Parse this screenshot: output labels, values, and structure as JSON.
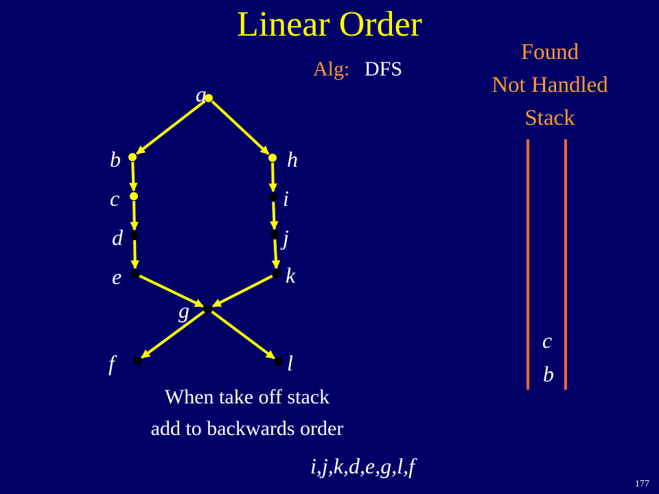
{
  "title": "Linear Order",
  "algorithm": {
    "label": "Alg:",
    "value": "DFS"
  },
  "stack_panel": {
    "found": "Found",
    "not_handled": "Not Handled",
    "stack": "Stack",
    "items": [
      "c",
      "b"
    ]
  },
  "graph": {
    "nodes": [
      {
        "id": "a",
        "label": "a",
        "state": "found"
      },
      {
        "id": "b",
        "label": "b",
        "state": "found"
      },
      {
        "id": "c",
        "label": "c",
        "state": "found"
      },
      {
        "id": "d",
        "label": "d",
        "state": "unvisited"
      },
      {
        "id": "e",
        "label": "e",
        "state": "unvisited"
      },
      {
        "id": "g",
        "label": "g",
        "state": "unvisited"
      },
      {
        "id": "f",
        "label": "f",
        "state": "unvisited"
      },
      {
        "id": "h",
        "label": "h",
        "state": "found"
      },
      {
        "id": "i",
        "label": "i",
        "state": "unvisited"
      },
      {
        "id": "j",
        "label": "j",
        "state": "unvisited"
      },
      {
        "id": "k",
        "label": "k",
        "state": "unvisited"
      },
      {
        "id": "l",
        "label": "l",
        "state": "unvisited"
      }
    ],
    "edges": [
      [
        "a",
        "b"
      ],
      [
        "a",
        "h"
      ],
      [
        "b",
        "c"
      ],
      [
        "c",
        "d"
      ],
      [
        "d",
        "e"
      ],
      [
        "e",
        "g"
      ],
      [
        "h",
        "i"
      ],
      [
        "i",
        "j"
      ],
      [
        "j",
        "k"
      ],
      [
        "k",
        "g"
      ],
      [
        "g",
        "f"
      ],
      [
        "g",
        "l"
      ]
    ]
  },
  "caption": {
    "line1": "When take off stack",
    "line2": "add to backwards order"
  },
  "order": "i,j,k,d,e,g,l,f",
  "slide_number": "177",
  "colors": {
    "background": "#000066",
    "title": "#ffff00",
    "accent": "#ff9933",
    "edge": "#ffff00",
    "node_found": "#ffff00",
    "node_unvisited": "#000000",
    "stack_line": "#ff6633",
    "text": "#ffffff"
  }
}
